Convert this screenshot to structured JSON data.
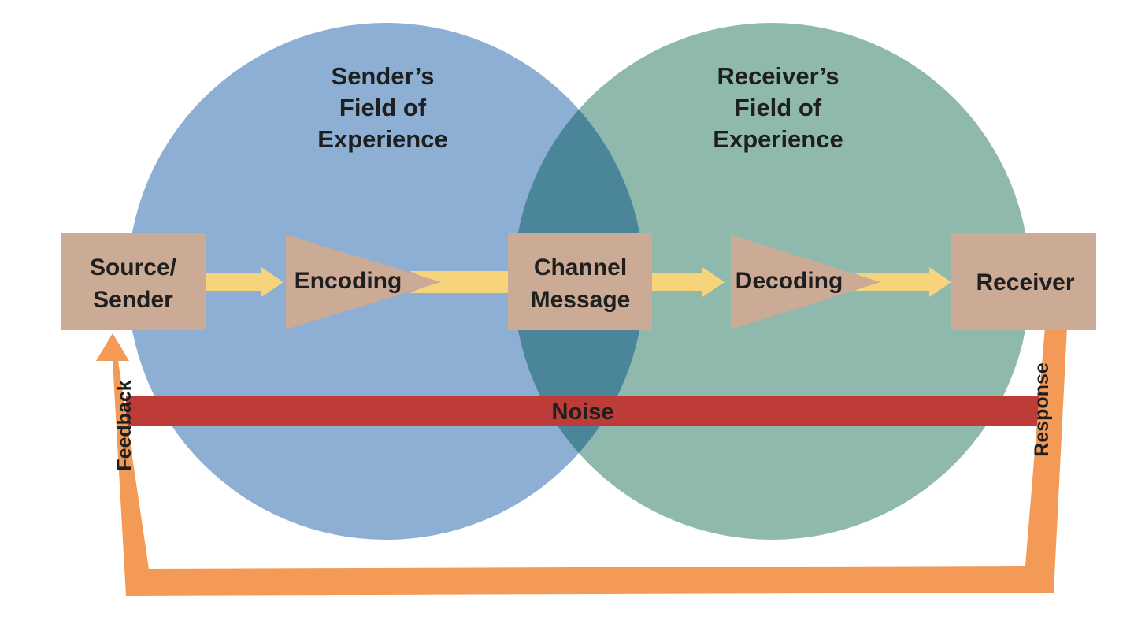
{
  "diagram": {
    "sender_field": {
      "line1": "Sender’s",
      "line2": "Field of",
      "line3": "Experience"
    },
    "receiver_field": {
      "line1": "Receiver’s",
      "line2": "Field of",
      "line3": "Experience"
    },
    "source": {
      "line1": "Source/",
      "line2": "Sender"
    },
    "encoding": "Encoding",
    "channel": {
      "line1": "Channel",
      "line2": "Message"
    },
    "decoding": "Decoding",
    "receiver": "Receiver",
    "noise": "Noise",
    "feedback": "Feedback",
    "response": "Response",
    "colors": {
      "sender_circle": "#8eafd4",
      "receiver_circle": "#90b9ad",
      "overlap": "#4a8599",
      "box": "#cbab95",
      "flow_arrow": "#f7d47c",
      "noise_bar": "#bd3c38",
      "feedback_loop": "#f29a56"
    }
  }
}
